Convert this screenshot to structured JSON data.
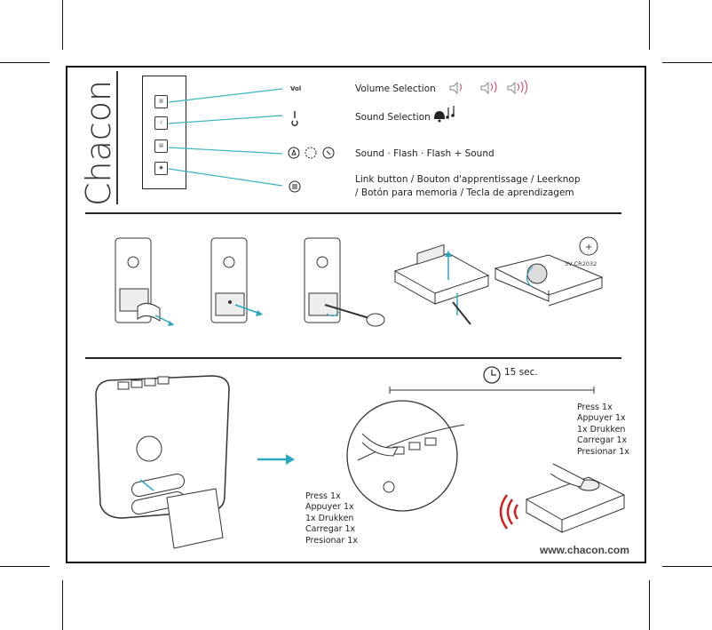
{
  "brand": {
    "logo_text": "Chacon"
  },
  "legend": {
    "vol_tag": "Vol",
    "volume_selection": "Volume Selection",
    "sound_selection": "Sound Selection",
    "sound_flash": "Sound · Flash · Flash + Sound",
    "link_line1": "Link button / Bouton d'apprentissage / Leerknop",
    "link_line2": " / Botón para memoria / Tecla de aprendizagem"
  },
  "battery_label": "3V CR2032",
  "timer_label": "15 sec.",
  "press_right": [
    "Press 1x",
    "Appuyer 1x",
    "1x Drukken",
    "Carregar 1x",
    "Presionar 1x"
  ],
  "press_left": [
    "Press 1x",
    "Appuyer 1x",
    "1x Drukken",
    "Carregar 1x",
    "Presionar 1x"
  ],
  "website": "www.chacon.com",
  "colors": {
    "leader_line": "#3bb3c3",
    "arrow": "#2aa8c0",
    "signal": "#d62020",
    "accent": "#e0305a"
  }
}
